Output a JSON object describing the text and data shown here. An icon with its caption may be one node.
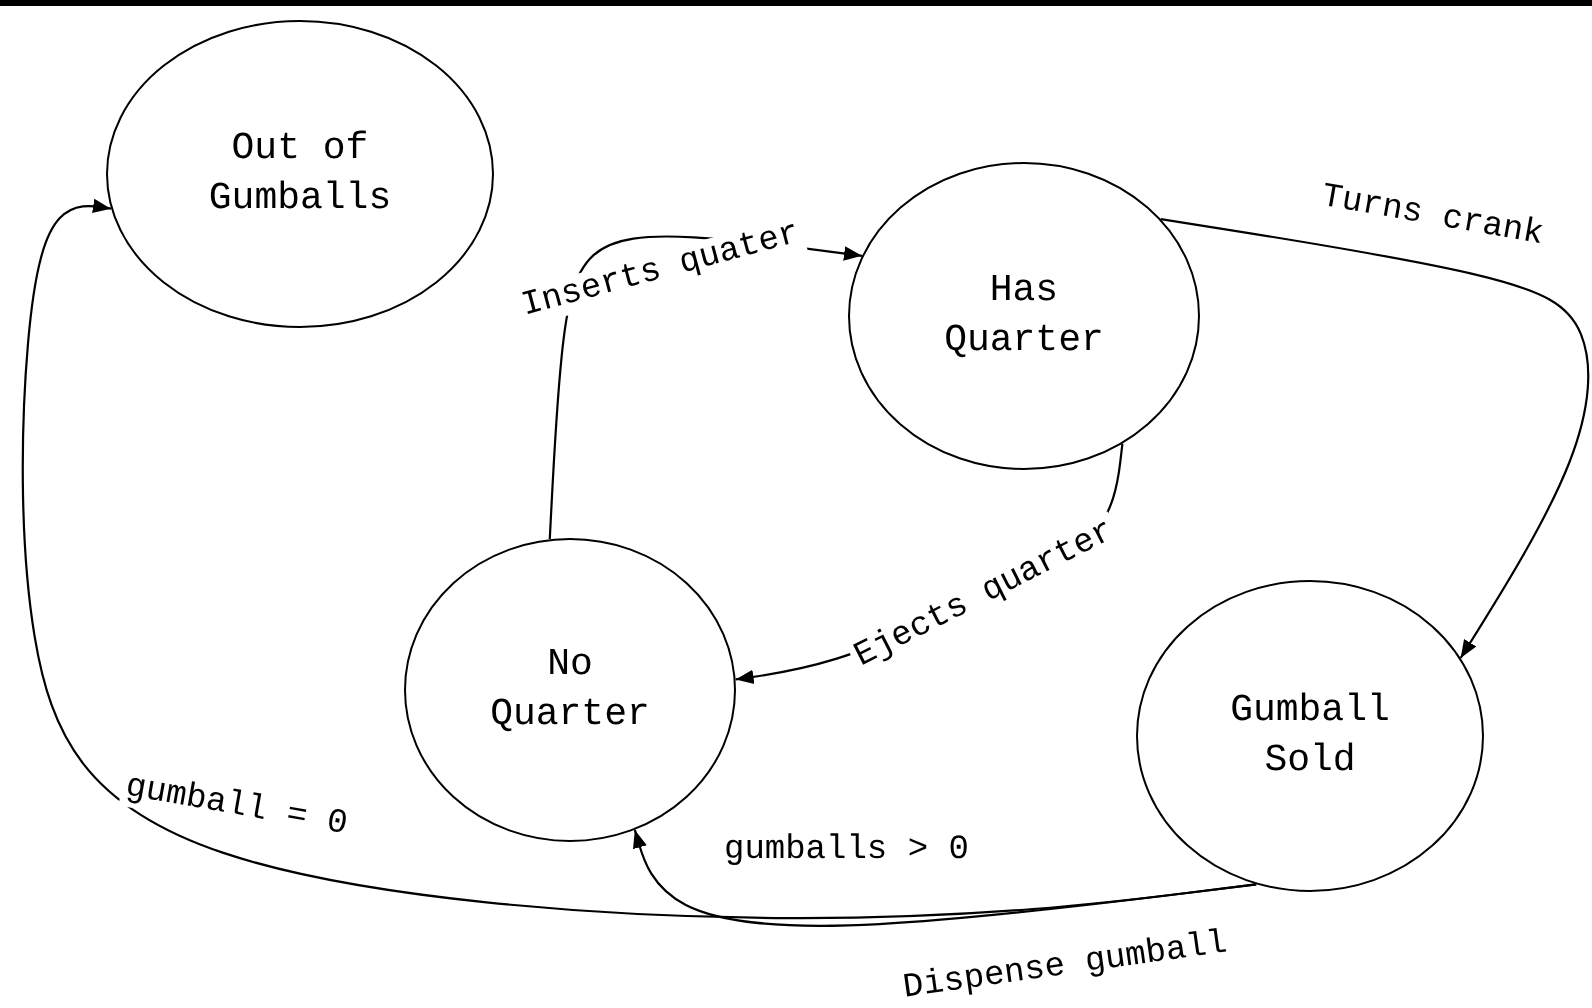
{
  "diagram": {
    "nodes": [
      {
        "text": [
          "Out of Gumballs"
        ]
      },
      {
        "text": [
          "Has Quarter"
        ]
      },
      {
        "text": [
          "No Quarter"
        ]
      },
      {
        "text": [
          "Gumball Sold"
        ]
      }
    ],
    "edges": [
      {
        "from": 2,
        "to": 1,
        "arrow": "to",
        "label": "Inserts quater"
      },
      {
        "from": 1,
        "to": 3,
        "arrow": "to",
        "label": "Turns crank"
      },
      {
        "from": 1,
        "to": 2,
        "arrow": "to",
        "label": "Ejects quarter"
      },
      {
        "from": 3,
        "to": 2,
        "arrow": "to",
        "label": "gumballs > 0"
      },
      {
        "from": 3,
        "to": 0,
        "arrow": "to",
        "label": "gumball = 0"
      }
    ],
    "labels": [
      "Dispense gumball"
    ]
  }
}
